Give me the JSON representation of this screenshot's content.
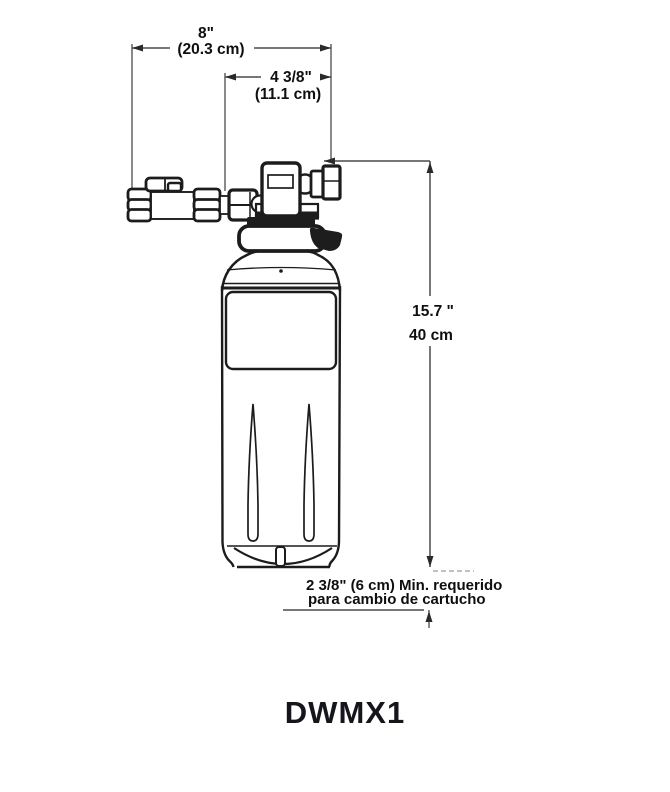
{
  "diagram": {
    "title": "DWMX1",
    "dimensions": {
      "overall_width": {
        "value": "8\"",
        "metric": "(20.3 cm)"
      },
      "head_width": {
        "value": "4 3/8\"",
        "metric": "(11.1 cm)"
      },
      "height": {
        "value": "15.7 \"",
        "metric": "40 cm"
      },
      "clearance_line1": "2 3/8\" (6 cm) Min. requerido",
      "clearance_line2": "para cambio de cartucho"
    },
    "colors": {
      "line": "#1c1c1c",
      "dimension_line": "#4a4a4a",
      "text": "#0f0f0f",
      "background": "#ffffff"
    }
  }
}
